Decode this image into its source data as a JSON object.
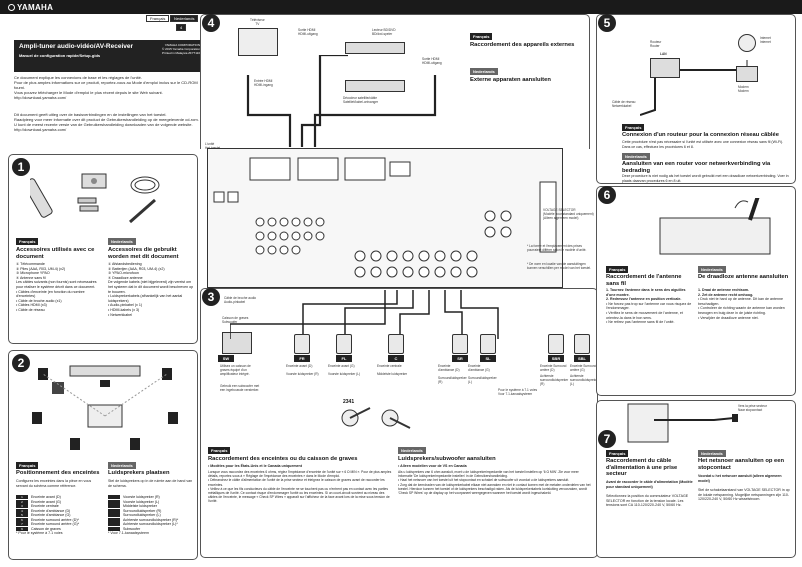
{
  "header": {
    "brand": "YAMAHA",
    "lang_fr": "Français",
    "lang_nl": "Nederlands",
    "page_num": "4"
  },
  "doc": {
    "title": "Ampli-tuner audio-vidéo/AV-Receiver",
    "subtitle": "Manuel de configuration rapide/Setup-gids",
    "meta": "YAMAHA CORPORATION\n© 2015 Yamaha Corporation\nPrinted in Malaysia  ZF77110",
    "intro_fr": "Ce document explique les connexions de base et les réglages de l'unité.\nPour de plus amples informations sur ce produit, reportez-vous au Mode d'emploi inclus sur le CD-ROM fourni.\nVous pouvez télécharger le Mode d'emploi le plus récent depuis le site Web suivant.\nhttp://download.yamaha.com/",
    "intro_nl": "Dit document geeft uitleg over de basisverbindingen en de instellingen van het toestel.\nRaadpleeg voor meer informatie over dit product de Gebruikershandleiding op de meegeleverde cd-rom.\nU kunt de meest recente versie van de Gebruikershandleiding downloaden van de volgende website.\nhttp://download.yamaha.com/"
  },
  "step1": {
    "num": "1",
    "fr_tag": "Français",
    "nl_tag": "Nederlands",
    "fr_title": "Accessoires utilisés avec ce document",
    "nl_title": "Accessoires die gebruikt worden met dit document",
    "fr_items": [
      "① Télécommande",
      "② Piles (AAA, R03, UM-4) (x2)",
      "③ Microphone YPAO",
      "④ Antenne sans fil",
      "Les câbles suivants (non fournis) sont nécessaires pour réaliser le système décrit dans ce document.",
      "• Câbles d'enceinte (en fonction du nombre d'enceintes)",
      "• Câble de broche audio (x1)",
      "• Câbles HDMI (x3)",
      "• Câble de réseau"
    ],
    "nl_items": [
      "① Afstandsbediening",
      "② Batterijen (AAA, R03, UM-4) (x2)",
      "③ YPAO-microfoon",
      "④ Draadloze antenne",
      "De volgende kabels (niet bijgeleverd) zijn vereist om het systeem dat in dit document wordt beschreven op te bouwen.",
      "• Luidsprekerkabels (afhankelijk van het aantal luidsprekers)",
      "• Audio-pinkabel (x 1)",
      "• HDMI-kabels (x 3)",
      "• Netwerkkabel"
    ]
  },
  "step2": {
    "num": "2",
    "fr_tag": "Français",
    "nl_tag": "Nederlands",
    "fr_title": "Positionnement des enceintes",
    "nl_title": "Luidsprekers plaatsen",
    "fr_intro": "Configurez les enceintes dans la pièce en vous servant du schéma comme référence.",
    "nl_intro": "Stel de luidsprekers op in de ruimte aan de hand van de schema.",
    "legend_fr": [
      {
        "tag": "1",
        "label": "Enceinte avant (D)"
      },
      {
        "tag": "2",
        "label": "Enceinte avant (G)"
      },
      {
        "tag": "3",
        "label": "Enceinte centrale"
      },
      {
        "tag": "4",
        "label": "Enceinte d'ambiance (D)"
      },
      {
        "tag": "5",
        "label": "Enceinte d'ambiance (G)"
      },
      {
        "tag": "6",
        "label": "Enceinte surround arrière (D)*"
      },
      {
        "tag": "7",
        "label": "Enceinte surround arrière (G)*"
      },
      {
        "tag": "9",
        "label": "Caisson de graves"
      }
    ],
    "legend_nl": [
      "Voorste luidspreker (R)",
      "Voorste luidspreker (L)",
      "Middelste luidspreker",
      "Surroundluidspreker (R)",
      "Surroundluidspreker (L)",
      "Achterste surroundluidspreker (R)*",
      "Achterste surroundluidspreker (L)*",
      "Subwoofer"
    ],
    "fr_note": "* Pour le système à 7.1 voies",
    "nl_note": "* Voor 7.1-kanaalsysteem"
  },
  "step3": {
    "num": "3",
    "cable_label": "Câble de broche audio\nAudio-pinkabel",
    "sub_label": "Caisson de graves\nSubwoofer",
    "spk_tags": [
      "SW",
      "FR",
      "FL",
      "C",
      "SR",
      "SL",
      "SBR",
      "SBL"
    ],
    "spk_fr": [
      "",
      "Enceinte avant (D)",
      "Enceinte avant (G)",
      "Enceinte centrale",
      "Enceinte d'ambiance (D)",
      "Enceinte d'ambiance (G)",
      "Enceinte Surround arrière (D)",
      "Enceinte Surround arrière (G)"
    ],
    "spk_nl": [
      "",
      "Voorste luidspreker (R)",
      "Voorste luidspreker (L)",
      "Middelste luidspreker",
      "Surroundluidspreker (R)",
      "Surroundluidspreker (L)",
      "Achterste surroundluidspreker (R)",
      "Achterste surroundluidspreker (L)"
    ],
    "sw_note_fr": "Utilisez un caisson de graves équipé d'un amplificateur intégré.",
    "sw_note_nl": "Gebruik een subwoofer met een ingebouwde versterker.",
    "sys71": "Pour le système à 7.1 voies\nVoor 7.1-kanaalsysteem",
    "wire_num": "2341",
    "fr_tag": "Français",
    "nl_tag": "Nederlands",
    "fr_title": "Raccordement des enceintes ou du caisson de graves",
    "nl_title": "Luidsprekers/subwoofer aansluiten",
    "fr_sub": "• Modèles pour les États-Unis et le Canada uniquement",
    "nl_sub": "• Alleen modellen voor de VS en Canada",
    "fr_body": "Lorsque vous raccordez des enceintes 6 ohms, réglez l'impédance d'enceinte de l'unité sur « 6 Ω MIN ». Pour de plus amples détails, reportez-vous à « Réglage de l'impédance des enceintes » dans le Mode d'emploi.\n• Débranchez le câble d'alimentation de l'unité de la prise secteur et éteignez le caisson de graves avant de raccorder les enceintes.\n• Veillez à ce que les fils conducteurs du câble de l'enceinte ne se touchent pas ou n'entrent pas en contact avec les parties métalliques de l'unité. Ce contact risque d'endommager l'unité ou les enceintes. Si un court-circuit survient au niveau des câbles de l'enceinte, le message « Check SP Wires » apparaît sur l'afficheur de la face avant lors de la mise sous tension de l'unité.",
    "nl_body": "Als u luidsprekers van 6 ohm aansluit, moet u de luidsprekerimpedantie van het toestel instellen op '6 Ω MIN'. Zie voor meer informatie 'De luidsprekerimpedantie instellen' in de Gebruikershandleiding.\n• Haal het netsnoer van het toestel uit het stopcontact en schakel de subwoofer uit voordat u de luidsprekers aansluit.\n• Zorg dat de kerndraden van de luidsprekerkabel elkaar niet aanraken en niet in contact komen met de metalen onderdelen van het toestel. Hierdoor kunnen het toestel of de luidsprekers beschadigd raken. Als de luidsprekerkabels kortsluiting veroorzaken, wordt 'Check SP Wires' op de display op het voorpaneel weergegeven wanneer het toestel wordt ingeschakeld."
  },
  "step4": {
    "num": "4",
    "tv_label": "Téléviseur\nTV",
    "hdmi_in": "Entrée HDMI\nHDMI-ingang",
    "hdmi_out_label": "Sortie HDMI\nHDMI-uitgang",
    "bd_label": "Lecteur BD/DVD\nBD/dvd-speler",
    "stb_label": "Décodeur satellite/câble\nSatelliet/kabel-ontvanger",
    "hdmi_out2": "Sortie HDMI\nHDMI-uitgang",
    "unit_label": "L'unité\nHet toestel",
    "fr_tag": "Français",
    "nl_tag": "Nederlands",
    "fr_title": "Raccordement des appareils externes",
    "nl_title": "Externe apparaten aansluiten",
    "note_fr": "* La forme et l'emplacement des prises pourraient différer selon le modèle d'unité.",
    "note_nl": "* De vorm en locatie van de aansluitingen kunnen verschillen per model van het toestel.",
    "voltage_label": "VOLTAGE SELECTOR\n(Modèle pour standard uniquement)\n(Alleen algemeen model)"
  },
  "step5": {
    "num": "5",
    "internet": "Internet\nInternet",
    "modem": "Modem\nModem",
    "router": "Routeur\nRouter",
    "lan_label": "LAN",
    "cable_label": "Câble de réseau\nNetwerkkabel",
    "fr_tag": "Français",
    "nl_tag": "Nederlands",
    "fr_title": "Connexion d'un routeur pour la connexion réseau câblée",
    "fr_body": "Cette procédure n'est pas nécessaire si l'unité est utilisée avec une connexion réseau sans fil (Wi-Fi). Dans ce cas, effectuez les procédures 6 et 8.",
    "nl_title": "Aansluiten van een router voor netwerkverbinding via bedrading",
    "nl_body": "Deze procedure is niet nodig als het toestel wordt gebruikt met een draadloze netwerkverbinding. Voer in plaats daarvan procedures 6 en 8 uit."
  },
  "step6": {
    "num": "6",
    "fr_tag": "Français",
    "nl_tag": "Nederlands",
    "fr_title": "Raccordement de l'antenne sans fil",
    "nl_title": "De draadloze antenne aansluiten",
    "fr_steps": [
      "1. Tournez l'antenne dans le sens des aiguilles d'une montre.",
      "2. Redressez l'antenne en position verticale."
    ],
    "nl_steps": [
      "1. Draai de antenne rechtsom.",
      "2. Zet de antenne recht omhoog."
    ],
    "fr_notes": [
      "• Ne forcez pas trop sur l'antenne car vous risquez de l'endommager.",
      "• Vérifiez le sens de mouvement de l'antenne, et orientez-la dans le bon sens.",
      "• Ne retirez pas l'antenne sans fil de l'unité."
    ],
    "nl_notes": [
      "• Druk niet te hard op de antenne. Dit kan de antenne beschadigen.",
      "• Controleer de richting waarin de antenne kan worden bewogen en buig deze in de juiste richting.",
      "• Verwijder de draadloze antenne niet."
    ]
  },
  "step7": {
    "num": "7",
    "outlet_label": "Vers la prise secteur\nNaar stopcontact",
    "fr_tag": "Français",
    "nl_tag": "Nederlands",
    "fr_title": "Raccordement du câble d'alimentation à une prise secteur",
    "nl_title": "Het netsnoer aansluiten op een stopcontact",
    "fr_sub": "Avant de raccorder le câble d'alimentation (Modèle pour standard uniquement)",
    "fr_body": "Sélectionnez la position du commutateur VOLTAGE SELECTOR en fonction de la tension locale. Les tensions sont CA 110-120/220-240 V, 50/60 Hz.",
    "nl_sub": "Voordat u het netsnoer aansluit (alleen algemeen model)",
    "nl_body": "Stel de schakelaarstand van VOLTAGE SELECTOR in op de lokale netspanning. Mogelijke netspanningen zijn 110-120/220-240 V, 50/60 Hz wisselstroom."
  },
  "colors": {
    "dark": "#1a1a1a",
    "panel_border": "#555555",
    "accent": "#222222"
  }
}
